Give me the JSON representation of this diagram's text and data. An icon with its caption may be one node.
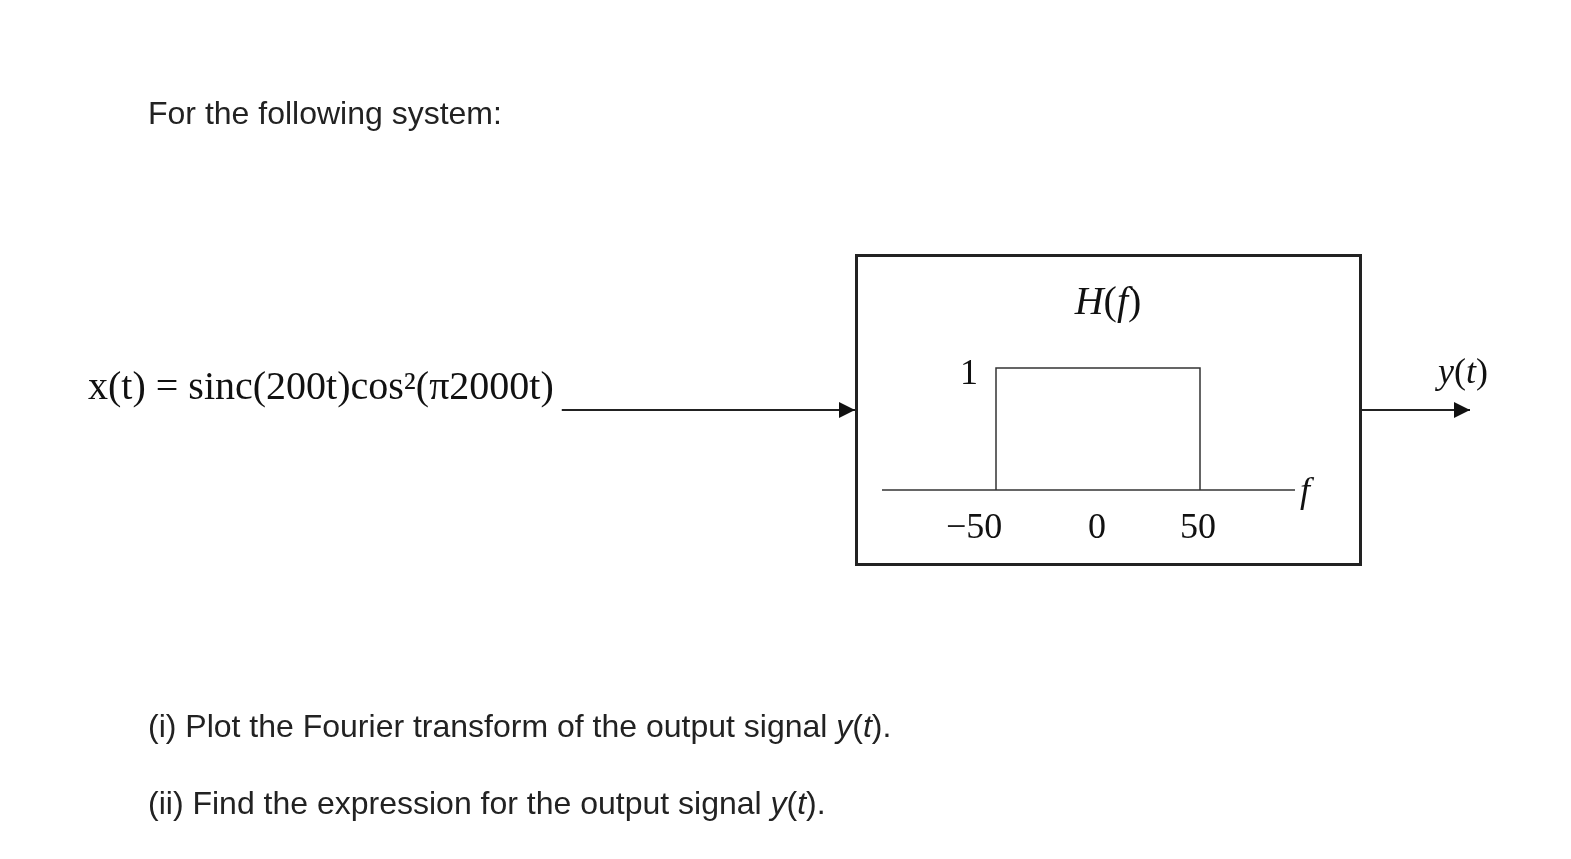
{
  "diagram": {
    "nodes": [
      {
        "text": [
          "x(t) = sinc(200t)cos²(π2000t)"
        ]
      },
      {
        "text": [
          "*H*(*f*)"
        ]
      },
      {
        "text": [
          "*y*(*t*)"
        ]
      }
    ],
    "edges": [
      {
        "from": 0,
        "to": 1,
        "arrow": "to"
      },
      {
        "from": 1,
        "to": 2,
        "arrow": "to"
      }
    ],
    "labels": [
      "For the following system:",
      "1",
      "−50",
      "0",
      "50",
      "*f*",
      "(i) Plot the Fourier transform of the output signal *y*(*t*).",
      "(ii) Find the expression for the output signal *y*(*t*)."
    ]
  }
}
